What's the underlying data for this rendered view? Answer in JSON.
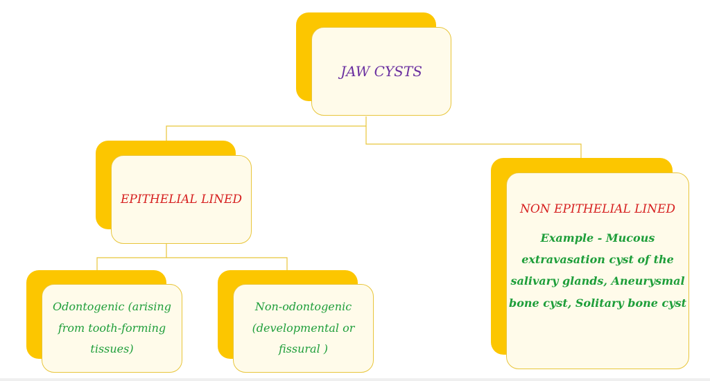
{
  "diagram": {
    "root": {
      "label": "JAW CYSTS"
    },
    "epithelial": {
      "label": "EPITHELIAL LINED"
    },
    "non_epithelial": {
      "label": "NON EPITHELIAL LINED",
      "example_lines": [
        "Example - Mucous",
        "extravasation cyst of the",
        "salivary glands, Aneurysmal",
        "bone cyst, Solitary bone cyst"
      ]
    },
    "odontogenic": {
      "lines": [
        "Odontogenic (arising",
        "from tooth-forming",
        "tissues)"
      ]
    },
    "non_odontogenic": {
      "lines": [
        "Non-odontogenic",
        "(developmental or",
        "fissural )"
      ]
    }
  },
  "colors": {
    "accent_yellow": "#fcc600",
    "card_fill": "#fffbea",
    "line": "#e8c53a",
    "root_text": "#6a2fa0",
    "heading_text": "#d61f1f",
    "body_text": "#1e9e3a"
  }
}
